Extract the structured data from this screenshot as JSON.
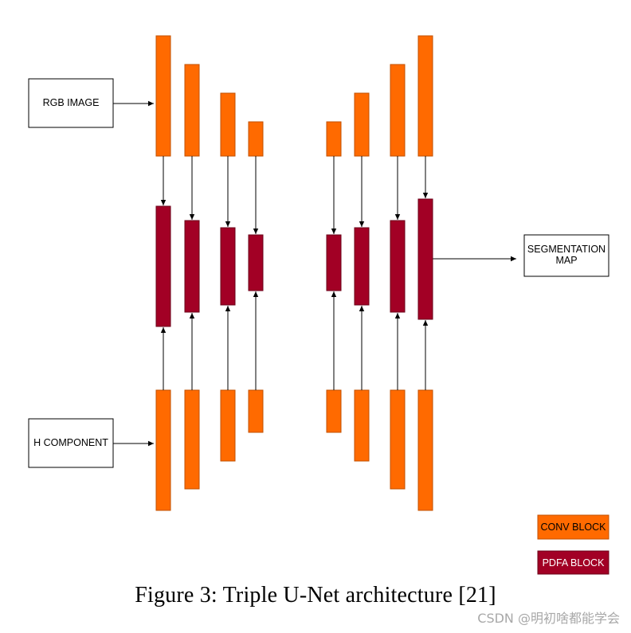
{
  "diagram": {
    "inputs": {
      "rgb_image": "RGB IMAGE",
      "h_component": "H COMPONENT"
    },
    "output": {
      "line1": "SEGMENTATION",
      "line2": "MAP"
    },
    "legend": {
      "conv_block": "CONV BLOCK",
      "pdfa_block": "PDFA BLOCK"
    },
    "colors": {
      "conv_block": "#ff6a00",
      "pdfa_block": "#a20025",
      "box_border": "#000000",
      "arrow": "#000000"
    }
  },
  "caption": "Figure 3: Triple U-Net architecture [21]",
  "watermark": "CSDN @明初啥都能学会"
}
